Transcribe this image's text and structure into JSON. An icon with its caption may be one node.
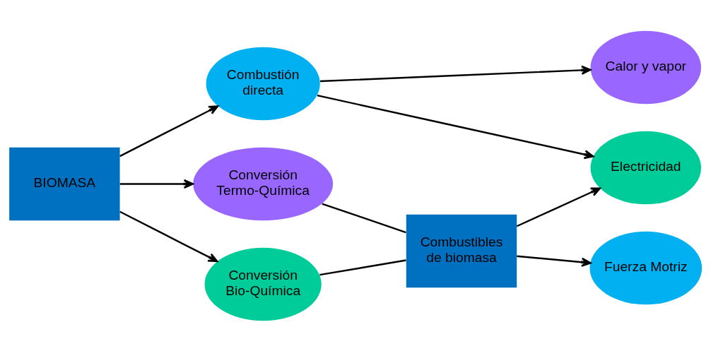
{
  "diagram": {
    "nodes": [
      {
        "text": [
          "BIOMASA"
        ]
      },
      {
        "text": [
          "Combustión directa"
        ]
      },
      {
        "text": [
          "Conversión Termo-Química"
        ]
      },
      {
        "text": [
          "Conversión Bio-Química"
        ]
      },
      {
        "text": [
          "Combustibles de biomasa"
        ]
      },
      {
        "text": [
          "Calor y vapor"
        ]
      },
      {
        "text": [
          "Electricidad"
        ]
      },
      {
        "text": [
          "Fuerza Motriz"
        ]
      }
    ],
    "edges": [
      {
        "from": 0,
        "to": 1,
        "arrow": "to"
      },
      {
        "from": 0,
        "to": 2,
        "arrow": "to"
      },
      {
        "from": 0,
        "to": 3,
        "arrow": "to"
      },
      {
        "from": 1,
        "to": 5,
        "arrow": "to"
      },
      {
        "from": 1,
        "to": 6,
        "arrow": "to"
      },
      {
        "from": 2,
        "to": 4,
        "arrow": "none"
      },
      {
        "from": 3,
        "to": 4,
        "arrow": "none"
      },
      {
        "from": 4,
        "to": 6,
        "arrow": "to"
      },
      {
        "from": 4,
        "to": 7,
        "arrow": "to"
      }
    ]
  }
}
